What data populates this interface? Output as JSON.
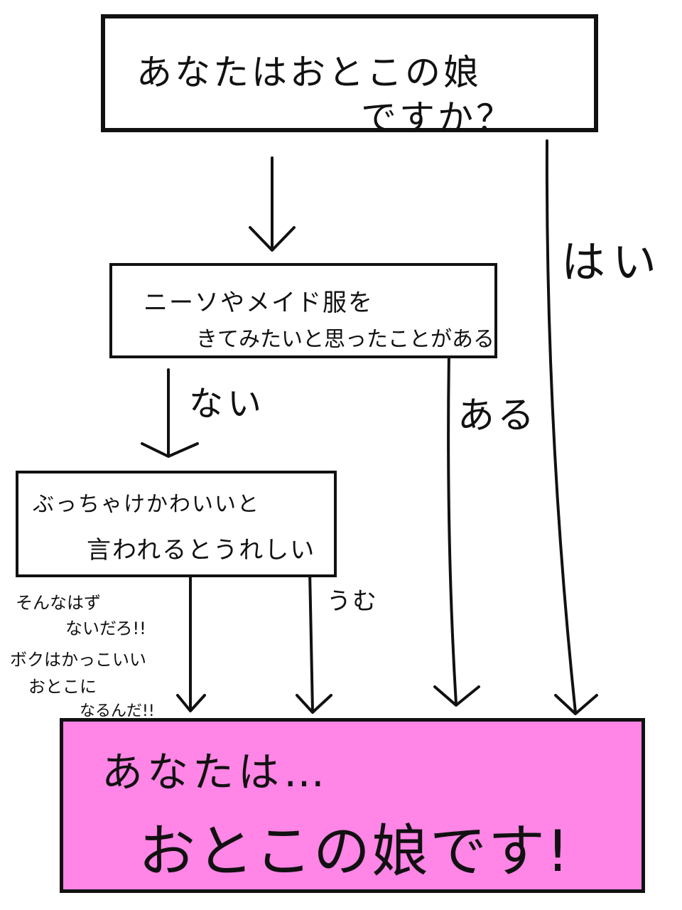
{
  "question": {
    "line1": "あなたはおとこの娘",
    "line2": "ですか？"
  },
  "step2": {
    "line1": "ニーソやメイド服を",
    "line2": "きてみたいと思ったことがある"
  },
  "step3": {
    "line1": "ぶっちゃけかわいいと",
    "line2": "言われるとうれしい"
  },
  "answers": {
    "hai": "はい",
    "nai": "ない",
    "aru": "ある",
    "umu": "うむ"
  },
  "side_comment": {
    "line1": "そんなはず",
    "line2": "ないだろ!!",
    "line3": "ボクはかっこいい",
    "line4": "おとこに",
    "line5": "なるんだ!!"
  },
  "result": {
    "line1": "あなたは…",
    "line2": "おとこの娘です!",
    "background": "#ff85e6"
  }
}
